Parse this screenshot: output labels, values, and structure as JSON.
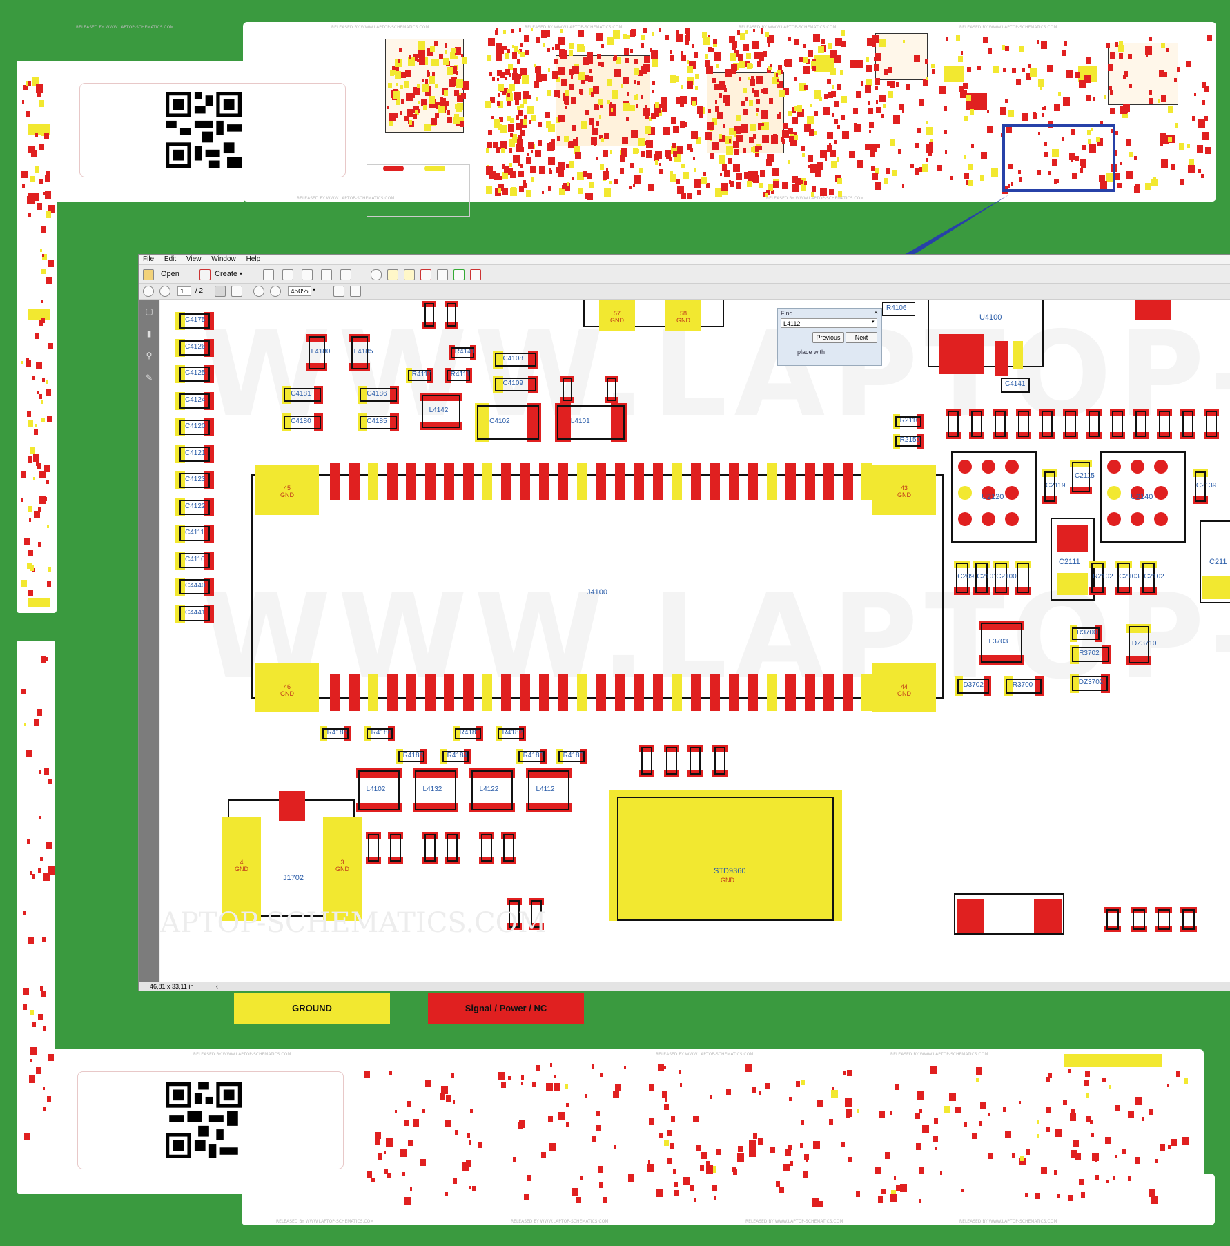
{
  "menu": {
    "items": [
      "File",
      "Edit",
      "View",
      "Window",
      "Help"
    ]
  },
  "toolbar": {
    "open_label": "Open",
    "create_label": "Create",
    "icons": [
      "folder-icon",
      "create-icon",
      "save-icon",
      "cloud-icon",
      "print-icon",
      "edit-icon",
      "mail-icon",
      "gear-icon",
      "comment-icon",
      "stamp-icon",
      "pdf-icon",
      "doc-icon",
      "export-icon",
      "sign-icon"
    ]
  },
  "navigation": {
    "page_current": "1",
    "page_total": "/ 2",
    "zoom": "450%"
  },
  "find": {
    "title": "Find",
    "query": "L4112",
    "previous_label": "Previous",
    "next_label": "Next",
    "replace_label": "place with"
  },
  "status": {
    "dimensions": "46,81 x 33,11 in"
  },
  "legend": {
    "ground": "GROUND",
    "signal": "Signal / Power / NC"
  },
  "colors": {
    "ground": "#f2e830",
    "signal": "#e02020",
    "board": "#3a9a3f",
    "highlight": "#2741a8"
  },
  "schematic": {
    "left_caps": [
      "C4175",
      "C4126",
      "C4125",
      "C4124",
      "C4120",
      "C4121",
      "C4123",
      "C4122",
      "C4111",
      "C4110",
      "C4440",
      "C4441"
    ],
    "connector_label": "J4100",
    "connector_pads": {
      "top_left": "45",
      "top_right": "43",
      "bottom_left": "46",
      "bottom_right": "44",
      "gnd": "GND"
    },
    "top_pads": {
      "left": "57",
      "right": "58"
    },
    "inductors": [
      "L4180",
      "L4185",
      "L4142",
      "L4101"
    ],
    "caps_mid": [
      "C4181",
      "C4186",
      "C4180",
      "C4185",
      "C4102",
      "C4108",
      "C4109"
    ],
    "resistors_top": [
      "R4110",
      "R4111",
      "R4141"
    ],
    "resistors_bottom": [
      "R4185",
      "R4186",
      "R4181",
      "R4182",
      "R4185",
      "R4184",
      "R4183",
      "R4180"
    ],
    "bottom_inductors": [
      "L4102",
      "L4132",
      "L4122",
      "L4112"
    ],
    "j1702": {
      "label": "J1702",
      "left_pad": "4",
      "right_pad": "3"
    },
    "std": "STD9360",
    "u4100": "U4100",
    "r4106": "R4106",
    "c4141": "C4141",
    "u2120": "U2120",
    "u2140": "U2140",
    "c2111": "C2111",
    "c211": "C211",
    "c2119": "C2119",
    "c2115": "C2115",
    "c2139": "C2139",
    "r2110": "R2110",
    "r2150": "R2150",
    "c2100_group": [
      "C2091",
      "C2101",
      "C2100"
    ],
    "c2102_group": [
      "R2102",
      "C2103",
      "C2102"
    ],
    "l3703": "L3703",
    "r3700": "R3700",
    "r3702": "R3702",
    "dz3710": "DZ3710",
    "d3702": "D3702",
    "r3700b": "R3700",
    "dz3702": "DZ3702",
    "watermark": "WWW.LAPTOP-SCH",
    "footer_wm": "APTOP-SCHEMATICS.COM"
  }
}
